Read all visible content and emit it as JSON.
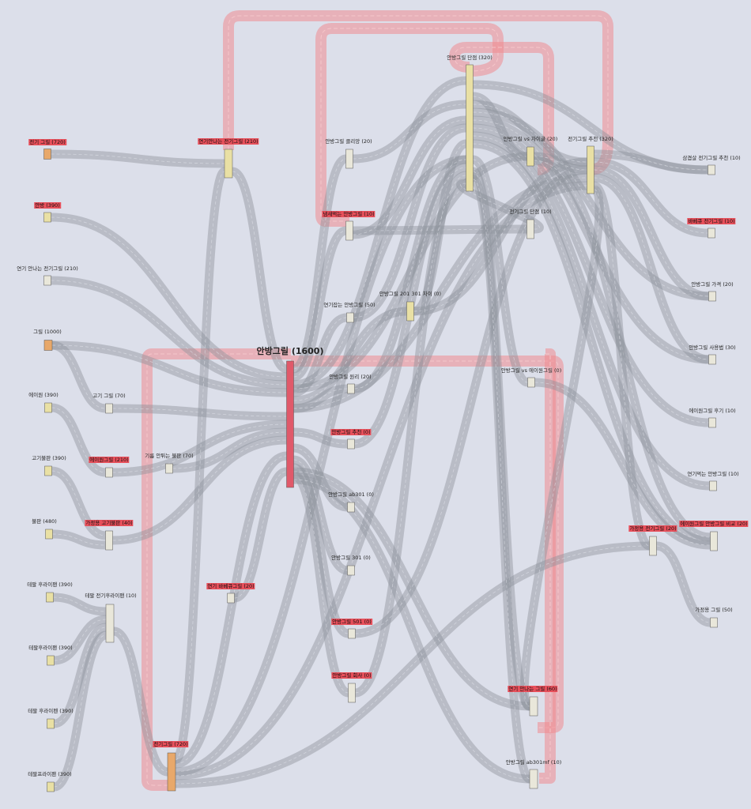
{
  "colors": {
    "background": "#dcdfea",
    "link": "#8f939c",
    "highlight_link": "#f08a90",
    "highlight_label": "#e8505b",
    "node_default": "#e9e7da",
    "node_center": "#e0596a",
    "node_yellow": "#e9e0a4",
    "node_orange": "#e8a86a"
  },
  "nodes": [
    {
      "id": "jeongi-grill",
      "label": "전기 그릴 (720)",
      "highlight": true
    },
    {
      "id": "anbang",
      "label": "안방 (390)",
      "highlight": true
    },
    {
      "id": "smokeless-left",
      "label": "연기 안나는 전기그릴 (210)",
      "highlight": false
    },
    {
      "id": "grill",
      "label": "그릴 (1000)",
      "highlight": false
    },
    {
      "id": "aewon",
      "label": "에이원 (390)",
      "highlight": false
    },
    {
      "id": "gogi-bulpan",
      "label": "고기불판 (390)",
      "highlight": false
    },
    {
      "id": "bulpan",
      "label": "불판 (480)",
      "highlight": false
    },
    {
      "id": "tefal-hurai-1",
      "label": "테팔 후라이팬 (390)",
      "highlight": false
    },
    {
      "id": "tefal-hurai-2",
      "label": "테팔후라이팬 (390)",
      "highlight": false
    },
    {
      "id": "tefal-hurai-3",
      "label": "테팔 후라이펜 (390)",
      "highlight": false
    },
    {
      "id": "tefal-frying",
      "label": "테팔프라이팬 (390)",
      "highlight": false
    },
    {
      "id": "gogi-grill",
      "label": "고기 그릴 (70)",
      "highlight": false
    },
    {
      "id": "aewon-grill",
      "label": "에이원그릴 (210)",
      "highlight": true
    },
    {
      "id": "gareum-bulpan",
      "label": "기름 안튀는 불판 (70)",
      "highlight": false
    },
    {
      "id": "gajeong-bulpan",
      "label": "가정용 고기불판 (40)",
      "highlight": true
    },
    {
      "id": "tefal-jeongi",
      "label": "테팔 전기후라이팬 (10)",
      "highlight": false
    },
    {
      "id": "smokeless-mid",
      "label": "연기안나는 전기그릴 (210)",
      "highlight": true
    },
    {
      "id": "samgyeop-mid",
      "label": "연기 바베큐그릴 (20)",
      "highlight": true
    },
    {
      "id": "jeongigrill-bottom",
      "label": "전기그릴 (720)",
      "highlight": true
    },
    {
      "id": "center",
      "label": "안방그릴 (1600)",
      "highlight": false,
      "big": true
    },
    {
      "id": "anbang-clip",
      "label": "안방그릴 클리앙 (20)",
      "highlight": false
    },
    {
      "id": "naengsae",
      "label": "냄새먹는 안방그릴 (10)",
      "highlight": true
    },
    {
      "id": "smoke-catch",
      "label": "연기잡는 안방그릴 (50)",
      "highlight": false
    },
    {
      "id": "ab201",
      "label": "안방그릴 201 301 차이 (0)",
      "highlight": false
    },
    {
      "id": "wonri",
      "label": "안방그릴 원리 (20)",
      "highlight": false
    },
    {
      "id": "anbang-rec",
      "label": "안방그릴 추천 (0)",
      "highlight": true
    },
    {
      "id": "ab301",
      "label": "안방그릴 ab301 (0)",
      "highlight": false
    },
    {
      "id": "anbang-301",
      "label": "안방그릴 301 (0)",
      "highlight": false
    },
    {
      "id": "anbang-501",
      "label": "안방그릴 501 (0)",
      "highlight": true
    },
    {
      "id": "anbang-company",
      "label": "안방그릴 회사 (0)",
      "highlight": true
    },
    {
      "id": "anbang-weak",
      "label": "안방그릴 단점 (320)",
      "highlight": false
    },
    {
      "id": "vs-zaigle",
      "label": "안방그릴 vs 자이글 (20)",
      "highlight": false
    },
    {
      "id": "jeongigrill-weak",
      "label": "전기그릴 단점 (10)",
      "highlight": false
    },
    {
      "id": "vs-aewon",
      "label": "안방그릴 vs 에이원그릴 (0)",
      "highlight": false
    },
    {
      "id": "jeongigrill-rec",
      "label": "전기그릴 추천 (320)",
      "highlight": false
    },
    {
      "id": "smokeless-grill",
      "label": "연기 안나는 그릴 (60)",
      "highlight": true
    },
    {
      "id": "ab301mf",
      "label": "안방그릴 ab301mf (10)",
      "highlight": false
    },
    {
      "id": "gajeong-jeongi",
      "label": "가정용 전기그릴 (20)",
      "highlight": true
    },
    {
      "id": "samgyeop-rec",
      "label": "삼겹살 전기그릴 추천 (10)",
      "highlight": false
    },
    {
      "id": "bbq-jeongi",
      "label": "바베큐 전기그릴 (10)",
      "highlight": true
    },
    {
      "id": "price",
      "label": "안방그릴 가격 (20)",
      "highlight": false
    },
    {
      "id": "usage",
      "label": "안방그릴 사용법 (30)",
      "highlight": false
    },
    {
      "id": "review",
      "label": "에이원그릴 후기 (10)",
      "highlight": false
    },
    {
      "id": "smoke-eating",
      "label": "연기먹는 안방그릴 (10)",
      "highlight": false
    },
    {
      "id": "compare",
      "label": "에이원그릴 안방그릴 비교 (20)",
      "highlight": true
    },
    {
      "id": "gajeong-grill",
      "label": "가정용 그릴 (50)",
      "highlight": false
    }
  ]
}
